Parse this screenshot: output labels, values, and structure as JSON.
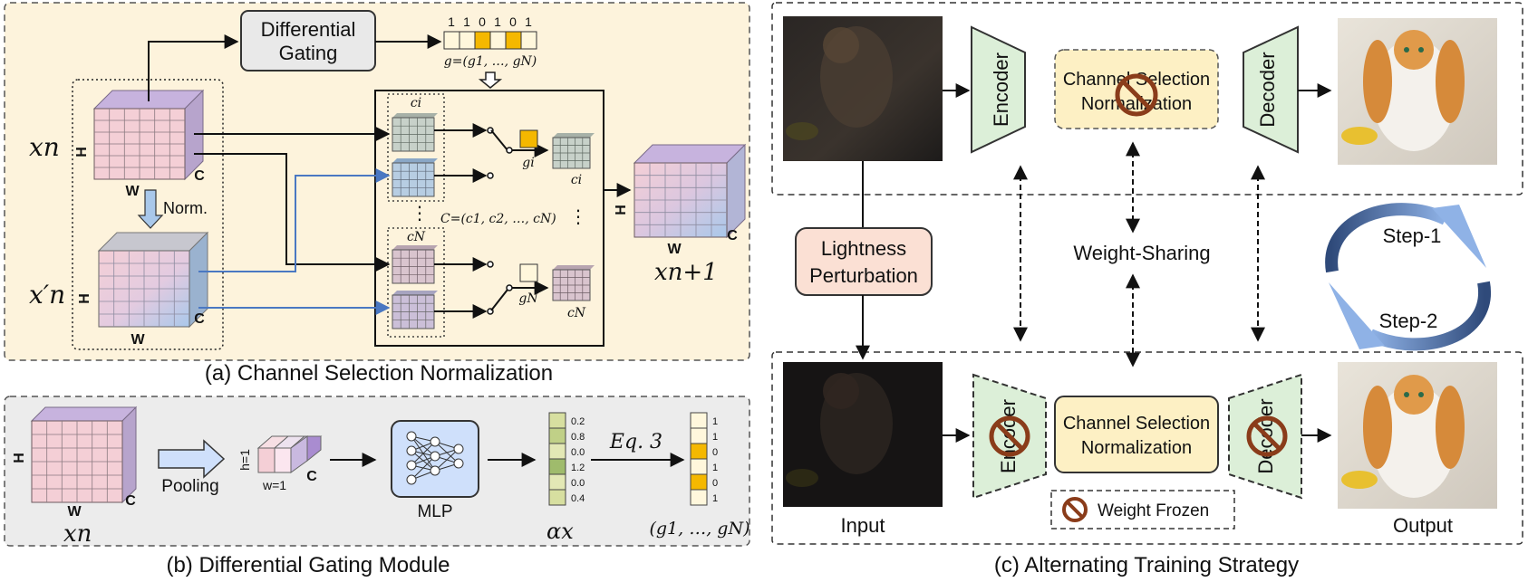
{
  "colors": {
    "panel_a_bg": "#fdf3dc",
    "panel_b_bg": "#ececec",
    "cube_pink": "#f4cfd6",
    "cube_top": "#c7b3de",
    "cube_blue": "#a9c8ea",
    "cube_grid_gray": "#c7d1c9",
    "encoder_fill": "#dcefd8",
    "csn_fill": "#fdf0c4",
    "lightness_fill": "#fbe0d4",
    "gate_on": "#f5b800",
    "gate_off": "#fff7dc",
    "mlp_fill": "#cfe0fb",
    "arrow_blue": "#4a78c2"
  },
  "panel_a": {
    "caption": "(a) Channel Selection Normalization",
    "gating_label_1": "Differential",
    "gating_label_2": "Gating",
    "gate_bits": [
      "1",
      "1",
      "0",
      "1",
      "0",
      "1"
    ],
    "gate_vector": "g=(g1, …, gN)",
    "xn": "xn",
    "xn_prime": "x′n",
    "xn1": "xn+1",
    "norm": "Norm.",
    "ci_top": "ci",
    "cn_top": "cN",
    "gi": "gi",
    "gn": "gN",
    "ci_out": "ci",
    "cn_out": "cN",
    "c_set": "C=(c1, c2, …, cN)",
    "dim_h": "H",
    "dim_w": "W",
    "dim_c": "C"
  },
  "panel_b": {
    "caption": "(b) Differential Gating Module",
    "pooling": "Pooling",
    "h1": "h=1",
    "w1": "w=1",
    "mlp": "MLP",
    "alpha_values": [
      "0.2",
      "0.8",
      "0.0",
      "1.2",
      "0.0",
      "0.4"
    ],
    "alpha": "αx",
    "eq": "Eq. 3",
    "gate_values": [
      "1",
      "1",
      "0",
      "1",
      "0",
      "1"
    ],
    "gate_tuple": "(g1, …, gN)",
    "xn": "xn"
  },
  "panel_c": {
    "caption": "(c) Alternating Training Strategy",
    "encoder": "Encoder",
    "decoder": "Decoder",
    "csn_line1": "Channel Selection",
    "csn_line2": "Normalization",
    "lightness_1": "Lightness",
    "lightness_2": "Perturbation",
    "weight_sharing": "Weight-Sharing",
    "step1": "Step-1",
    "step2": "Step-2",
    "weight_frozen": "Weight Frozen",
    "input": "Input",
    "output": "Output"
  }
}
